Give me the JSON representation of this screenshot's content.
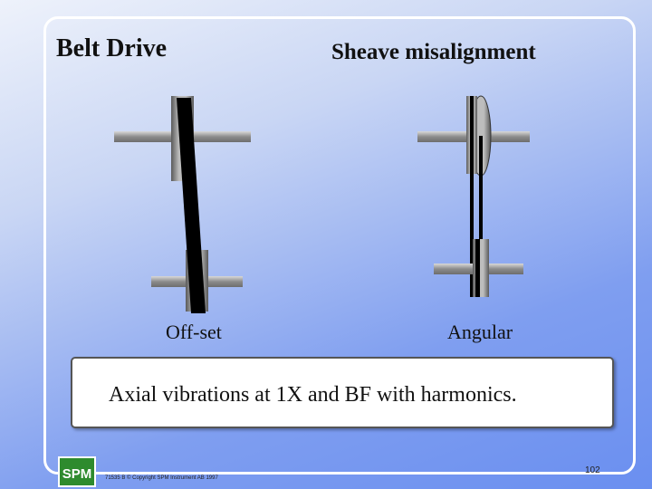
{
  "slide": {
    "title_left": "Belt Drive",
    "title_right": "Sheave misalignment",
    "caption_offset": "Off-set",
    "caption_angular": "Angular",
    "note": "Axial vibrations at 1X and BF with harmonics.",
    "footer_code": "71535 B © Copyright SPM Instrument AB 1997",
    "page_number": "102",
    "logo_text": "SPM"
  },
  "colors": {
    "logo_green": "#2e8b2e",
    "shaft_gray": "#8c8c8c",
    "belt_black": "#000000"
  }
}
